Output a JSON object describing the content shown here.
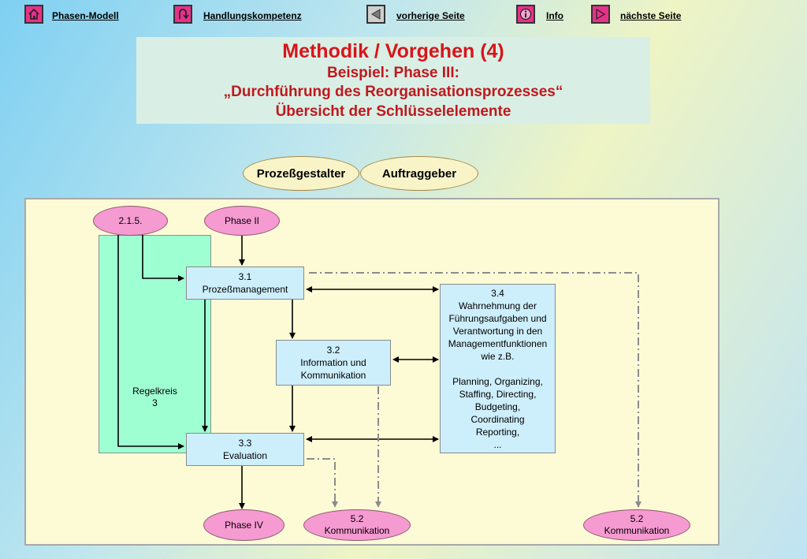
{
  "nav": {
    "phasen": "Phasen-Modell",
    "handlung": "Handlungskompetenz",
    "vorherige": "vorherige Seite",
    "info": "Info",
    "naechste": "nächste Seite"
  },
  "title": {
    "main": "Methodik / Vorgehen (4)",
    "line1": "Beispiel: Phase III:",
    "line2": "„Durchführung des Reorganisationsprozesses“",
    "line3": "Übersicht der Schlüsselelemente"
  },
  "roles": {
    "gestalter": "Prozeßgestalter",
    "auftraggeber": "Auftraggeber"
  },
  "diagram": {
    "regelkreis": [
      "Regelkreis",
      "3"
    ],
    "oval_215": "2.1.5.",
    "oval_phase2": "Phase II",
    "oval_phase4": "Phase IV",
    "komm_left": [
      "5.2",
      "Kommunikation"
    ],
    "komm_right": [
      "5.2",
      "Kommunikation"
    ],
    "box31": [
      "3.1",
      "Prozeßmanagement"
    ],
    "box32": [
      "3.2",
      "Information und",
      "Kommunikation"
    ],
    "box33": [
      "3.3",
      "Evaluation"
    ],
    "box34": [
      "3.4",
      "Wahrnehmung der",
      "Führungsaufgaben und",
      "Verantwortung in den",
      "Managementfunktionen",
      "wie z.B.",
      "",
      "Planning, Organizing,",
      "Staffing, Directing,",
      "Budgeting,",
      "Coordinating",
      "Reporting,",
      "..."
    ]
  },
  "colors": {
    "title_red": "#d9141b",
    "oval_pink": "#f69ad2",
    "box_blue": "#cdeefb",
    "loop_green": "#9effd2",
    "panel_yellow": "#fcfbd6"
  }
}
